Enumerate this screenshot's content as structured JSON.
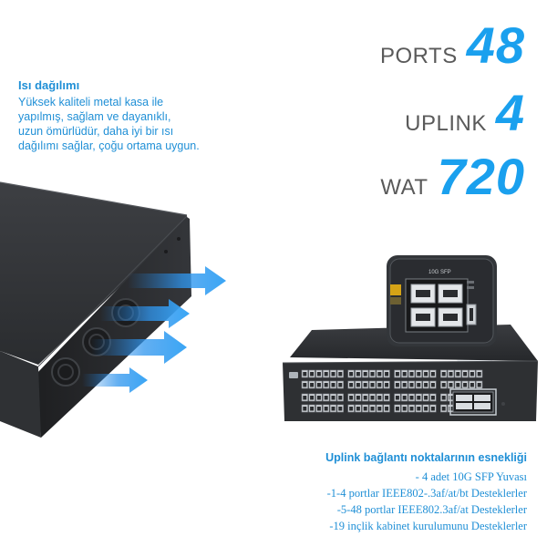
{
  "heat": {
    "title": "Isı dağılımı",
    "lines": [
      "Yüksek kaliteli metal kasa ile",
      "yapılmış, sağlam ve dayanıklı,",
      "uzun ömürlüdür, daha iyi bir ısı",
      "dağılımı sağlar, çoğu ortama uygun."
    ]
  },
  "specs": [
    {
      "label": "PORTS",
      "value": "48"
    },
    {
      "label": "UPLINK",
      "value": "4"
    },
    {
      "label": "WAT",
      "value": "720"
    }
  ],
  "zoom_label": "10G SFP",
  "features": {
    "title": "Uplink bağlantı noktalarının esnekliği",
    "lines": [
      "- 4 adet 10G SFP Yuvası",
      "-1-4 portlar IEEE802-.3af/at/bt Desteklerler",
      "-5-48 portlar IEEE802.3af/at Desteklerler",
      "-19 inçlik kabinet kurulumunu Desteklerler"
    ]
  },
  "colors": {
    "accent": "#1aa0ee",
    "text_blue": "#1f8fd6",
    "label_gray": "#5a5a5a",
    "chassis": "#2b2d30"
  }
}
